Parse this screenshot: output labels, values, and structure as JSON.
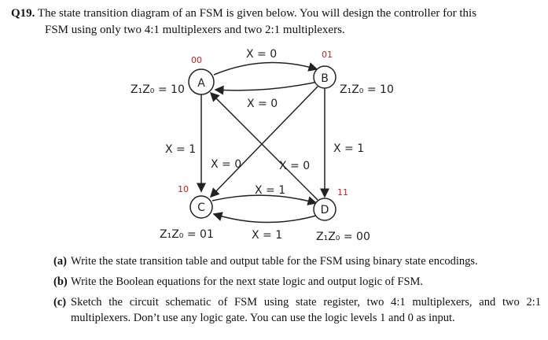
{
  "question": {
    "number": "Q19.",
    "line1": "The state transition diagram of an FSM is given below. You will design the controller for this",
    "line2": "FSM using only two 4:1 multiplexers and two 2:1 multiplexers."
  },
  "diagram": {
    "states": [
      {
        "name": "A",
        "code": "00",
        "output": "Z₁Z₀ = 10"
      },
      {
        "name": "B",
        "code": "01",
        "output": "Z₁Z₀ = 10"
      },
      {
        "name": "C",
        "code": "10",
        "output": "Z₁Z₀ = 01"
      },
      {
        "name": "D",
        "code": "11",
        "output": "Z₁Z₀ = 00"
      }
    ],
    "transitions": {
      "a_to_b": "X = 0",
      "b_to_a": "X = 0",
      "a_to_c": "X = 1",
      "b_to_d": "X = 1",
      "b_to_c": "X = 0",
      "d_to_a": "X = 0",
      "c_to_d": "X = 1",
      "d_to_c": "X = 1"
    }
  },
  "parts": [
    {
      "tag": "(a)",
      "text": "Write the state transition table and output table for the FSM using binary state encodings."
    },
    {
      "tag": "(b)",
      "text": "Write the Boolean equations for the next state logic and output logic of FSM."
    },
    {
      "tag": "(c)",
      "text": "Sketch the circuit schematic of FSM using state register, two 4:1 multiplexers, and two 2:1 multiplexers. Don’t use any logic gate. You can use the logic levels 1 and 0 as input."
    }
  ]
}
